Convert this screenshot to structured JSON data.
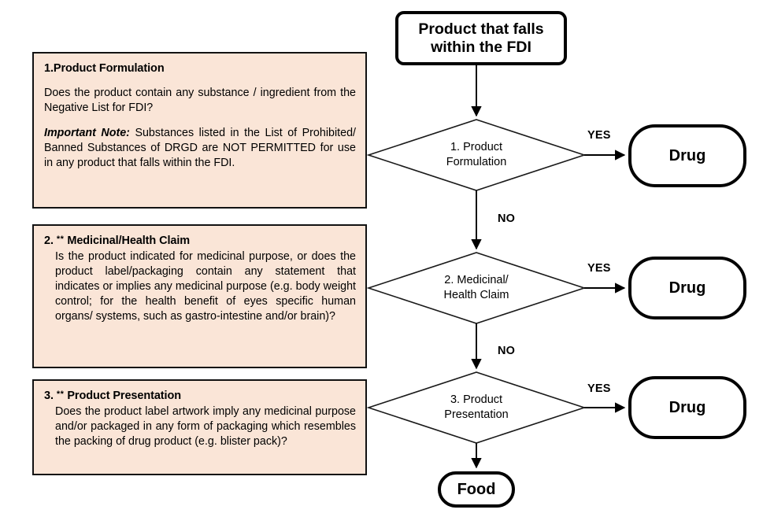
{
  "diagram": {
    "title": "FDI product classification decision flow",
    "theme": {
      "panel_fill": "#FAE5D7",
      "panel_border": "#121212",
      "node_border": "#000000",
      "node_fill": "#FFFFFF",
      "page_background": "#FFFFFF"
    }
  },
  "panels": [
    {
      "id": "product-formulation",
      "title": "1.Product Formulation",
      "stars": "",
      "question": "Does the product contain any substance / ingredient from the Negative List for FDI?",
      "note_lead": "Important Note:",
      "note_body": " Substances listed in the List of Prohibited/ Banned Substances of DRGD are NOT PERMITTED for use in any product that falls within the FDI."
    },
    {
      "id": "medicinal-health-claim",
      "title_number": "2.",
      "stars": "**",
      "title": "Medicinal/Health Claim",
      "question": "Is the product indicated for medicinal purpose, or does the product label/packaging contain any statement that indicates or implies any medicinal purpose (e.g. body weight control; for the health benefit of eyes specific human organs/ systems, such as gastro-intestine and/or brain)?"
    },
    {
      "id": "product-presentation",
      "title_number": "3.",
      "stars": "**",
      "title": "Product Presentation",
      "question": "Does the product label artwork imply any medicinal purpose and/or packaged in any form of packaging which resembles the packing of drug product (e.g. blister pack)?"
    }
  ],
  "flow": {
    "start_node": "Product that falls within the FDI",
    "decisions": [
      {
        "id": "decision-1",
        "line1": "1. Product",
        "line2": "Formulation"
      },
      {
        "id": "decision-2",
        "line1": "2. Medicinal/",
        "line2": "Health Claim"
      },
      {
        "id": "decision-3",
        "line1": "3. Product",
        "line2": "Presentation"
      }
    ],
    "outcomes": {
      "drug": "Drug",
      "food": "Food"
    },
    "edge_labels": {
      "yes": "YES",
      "no": "NO"
    }
  }
}
